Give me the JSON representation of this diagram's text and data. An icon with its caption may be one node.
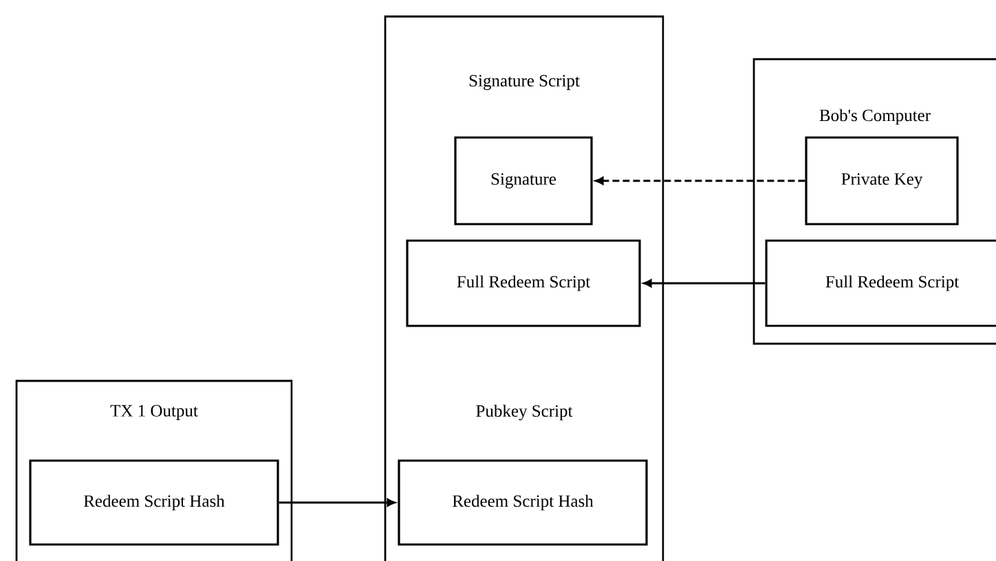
{
  "diagram": {
    "nodes": [
      {
        "text": [
          "Signature Script",
          "Pubkey Script"
        ]
      },
      {
        "text": [
          "Signature"
        ],
        "in": 0
      },
      {
        "text": [
          "Full Redeem Script"
        ],
        "in": 0
      },
      {
        "text": [
          "Redeem Script Hash"
        ],
        "in": 0
      },
      {
        "text": [
          "Bob's Computer"
        ]
      },
      {
        "text": [
          "Private Key"
        ],
        "in": 4
      },
      {
        "text": [
          "Full Redeem Script"
        ],
        "in": 4
      },
      {
        "text": [
          "TX 1 Output"
        ]
      },
      {
        "text": [
          "Redeem Script Hash"
        ],
        "in": 7
      }
    ],
    "edges": [
      {
        "from": 5,
        "to": 1,
        "arrow": "to",
        "style": "dashed"
      },
      {
        "from": 6,
        "to": 2,
        "arrow": "to"
      },
      {
        "from": 8,
        "to": 3,
        "arrow": "to"
      }
    ]
  }
}
